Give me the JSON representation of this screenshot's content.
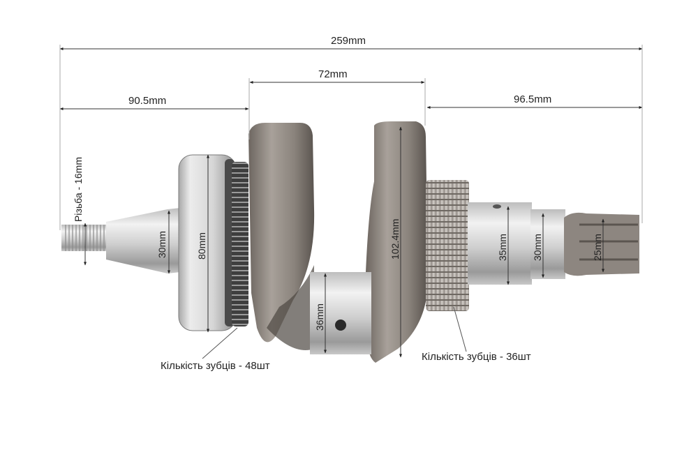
{
  "image": {
    "subject": "Crankshaft with bearing and gears, dimensioned product photo",
    "background": "#ffffff"
  },
  "dimensions": {
    "overall_length": "259mm",
    "left_section_length": "90.5mm",
    "crank_cheek_span": "72mm",
    "right_section_length": "96.5mm",
    "thread": "Різьба - 16mm",
    "left_journal_diameter": "30mm",
    "bearing_diameter": "80mm",
    "crankpin_diameter": "36mm",
    "crank_web_height": "102.4mm",
    "right_journal_diameter": "35mm",
    "right_shaft_diameter": "30mm",
    "spline_diameter": "25mm"
  },
  "callouts": {
    "left_gear_teeth": "Кількість зубців - 48шт",
    "right_gear_teeth": "Кількість зубців - 36шт"
  },
  "colors": {
    "dimension_line": "#333333",
    "steel_light": "#d9d9d9",
    "steel_dark": "#8a8a8a",
    "cast_iron": "#7a736c"
  }
}
